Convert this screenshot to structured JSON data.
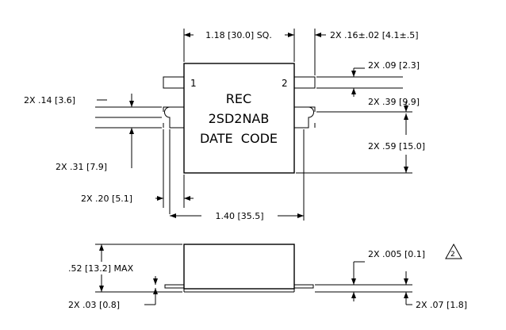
{
  "package": {
    "marking": {
      "line1": "REC",
      "line2": "2SD2NAB",
      "line3": "DATE  CODE"
    },
    "pins": {
      "pin1": "1",
      "pin2": "2"
    }
  },
  "dimensions": {
    "body_width": "1.18 [30.0] SQ.",
    "lead_width": "2X .16±.02 [4.1±.5]",
    "lead_thickness_top": "2X .09 [2.3]",
    "lead_spacing": "2X .39 [9.9]",
    "lead_offset": "2X .14 [3.6]",
    "slot_length": "2X .59 [15.0]",
    "slot_offset": "2X .31 [7.9]",
    "lead_extension": "2X .20 [5.1]",
    "overall_length": "1.40 [35.5]",
    "height": ".52 [13.2] MAX",
    "lead_thick": "2X .03 [0.8]",
    "coplanarity": "2X .005 [0.1]",
    "standoff": "2X .07 [1.8]",
    "note_symbol": "2"
  }
}
